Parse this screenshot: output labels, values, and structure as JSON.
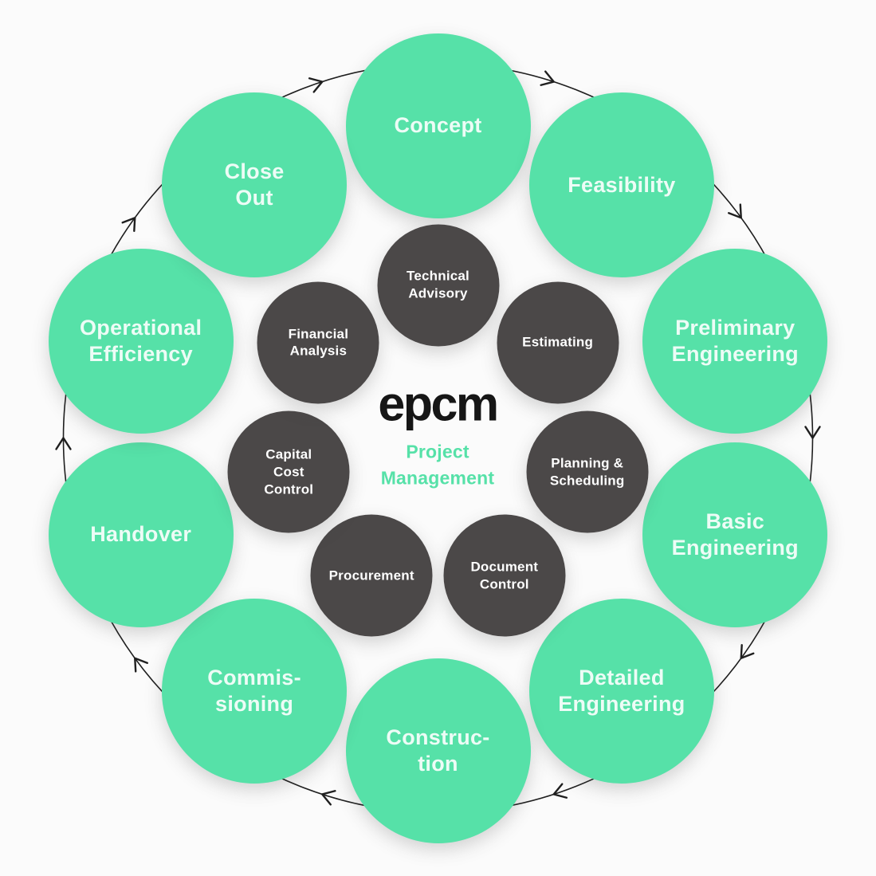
{
  "diagram_title": "epcm Project Management lifecycle wheel",
  "center": {
    "logo": "epcm",
    "subtitle": "Project\nManagement"
  },
  "colors": {
    "phase_fill": "#56E1A8",
    "phase_text": "#EDFCF6",
    "service_fill": "#4B4848",
    "service_text": "#FFFFFF",
    "arrow": "#1F1F1F",
    "logo_text": "#161616",
    "subtitle_text": "#56E1A8",
    "background": "#FBFBFB"
  },
  "outer_phases": [
    {
      "label": "Concept"
    },
    {
      "label": "Feasibility"
    },
    {
      "label": "Preliminary\nEngineering"
    },
    {
      "label": "Basic\nEngineering"
    },
    {
      "label": "Detailed\nEngineering"
    },
    {
      "label": "Construc-\ntion"
    },
    {
      "label": "Commis-\nsioning"
    },
    {
      "label": "Handover"
    },
    {
      "label": "Operational\nEfficiency"
    },
    {
      "label": "Close\nOut"
    }
  ],
  "inner_services": [
    {
      "label": "Technical\nAdvisory"
    },
    {
      "label": "Estimating"
    },
    {
      "label": "Planning &\nScheduling"
    },
    {
      "label": "Document\nControl"
    },
    {
      "label": "Procurement"
    },
    {
      "label": "Capital\nCost\nControl"
    },
    {
      "label": "Financial\nAnalysis"
    }
  ],
  "flow": {
    "direction": "clockwise",
    "arrow_count": 10
  }
}
